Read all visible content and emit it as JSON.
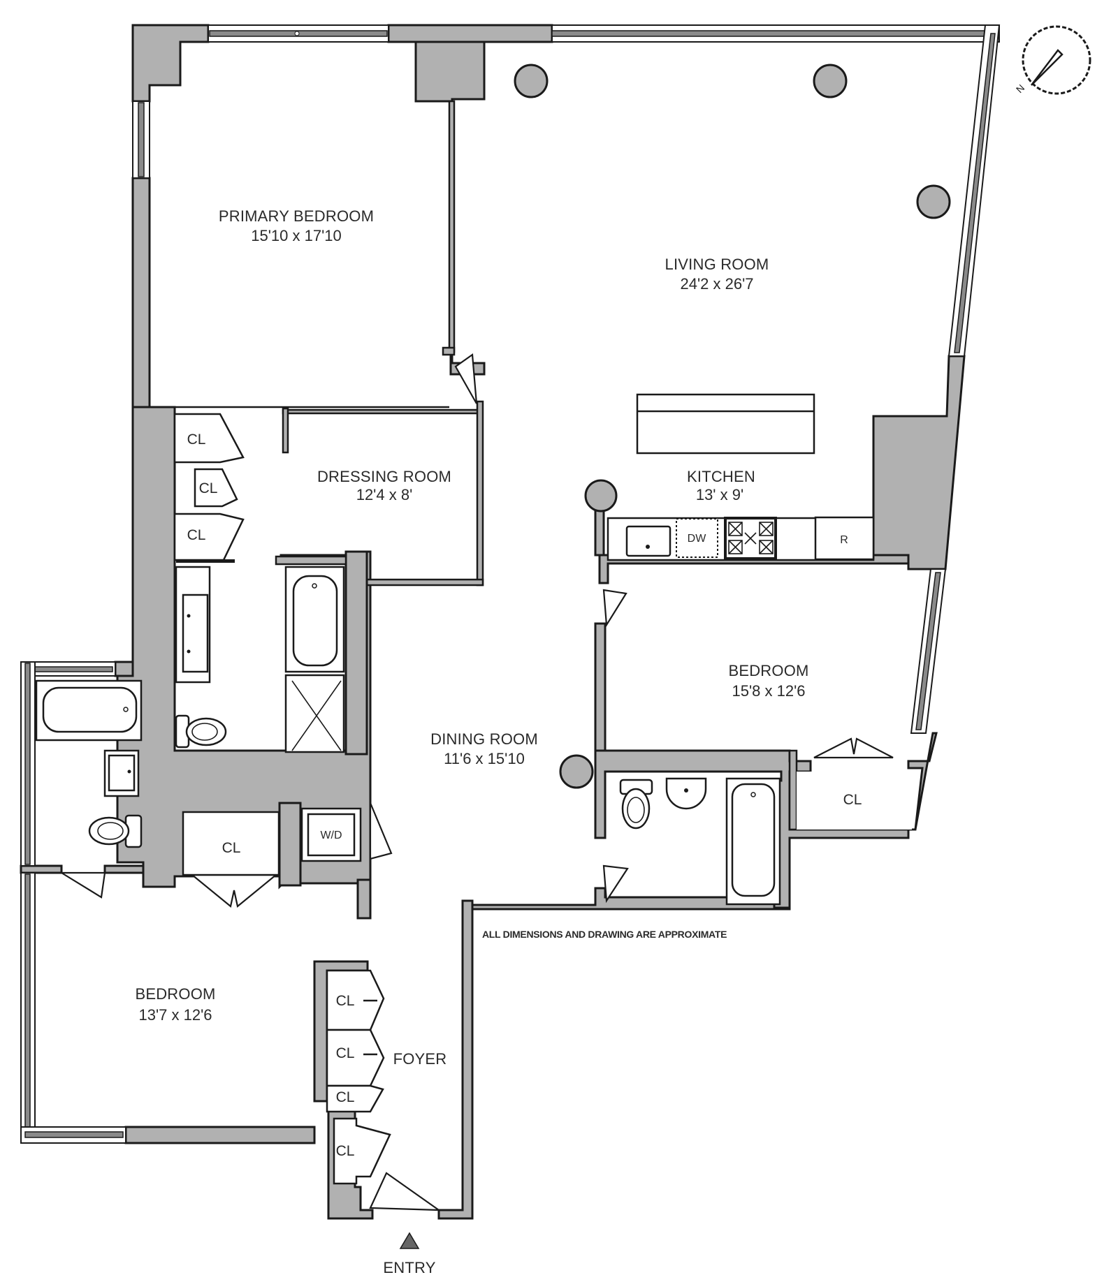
{
  "plan": {
    "note": "ALL DIMENSIONS AND DRAWING ARE APPROXIMATE",
    "entry_label": "ENTRY",
    "compass_icon": "north-arrow-compass",
    "colors": {
      "wall_fill": "#b1b1b1",
      "line": "#1a1a1a",
      "background": "#ffffff",
      "text": "#2a2a2a"
    }
  },
  "rooms": {
    "primary_bedroom": {
      "name": "PRIMARY BEDROOM",
      "dims": "15'10 x 17'10"
    },
    "living_room": {
      "name": "LIVING ROOM",
      "dims": "24'2 x 26'7"
    },
    "dressing_room": {
      "name": "DRESSING ROOM",
      "dims": "12'4 x 8'"
    },
    "kitchen": {
      "name": "KITCHEN",
      "dims": "13' x 9'"
    },
    "bedroom_east": {
      "name": "BEDROOM",
      "dims": "15'8 x 12'6"
    },
    "dining_room": {
      "name": "DINING ROOM",
      "dims": "11'6 x 15'10"
    },
    "bedroom_west": {
      "name": "BEDROOM",
      "dims": "13'7 x 12'6"
    },
    "foyer": {
      "name": "FOYER"
    }
  },
  "closets": {
    "label": "CL",
    "primary_1": "CL",
    "primary_2": "CL",
    "primary_3": "CL",
    "hall": "CL",
    "bedroom_east": "CL",
    "foyer_1": "CL",
    "foyer_2": "CL",
    "foyer_3": "CL",
    "foyer_4": "CL"
  },
  "appliances": {
    "dishwasher": "DW",
    "refrigerator": "R",
    "washer_dryer": "W/D"
  }
}
